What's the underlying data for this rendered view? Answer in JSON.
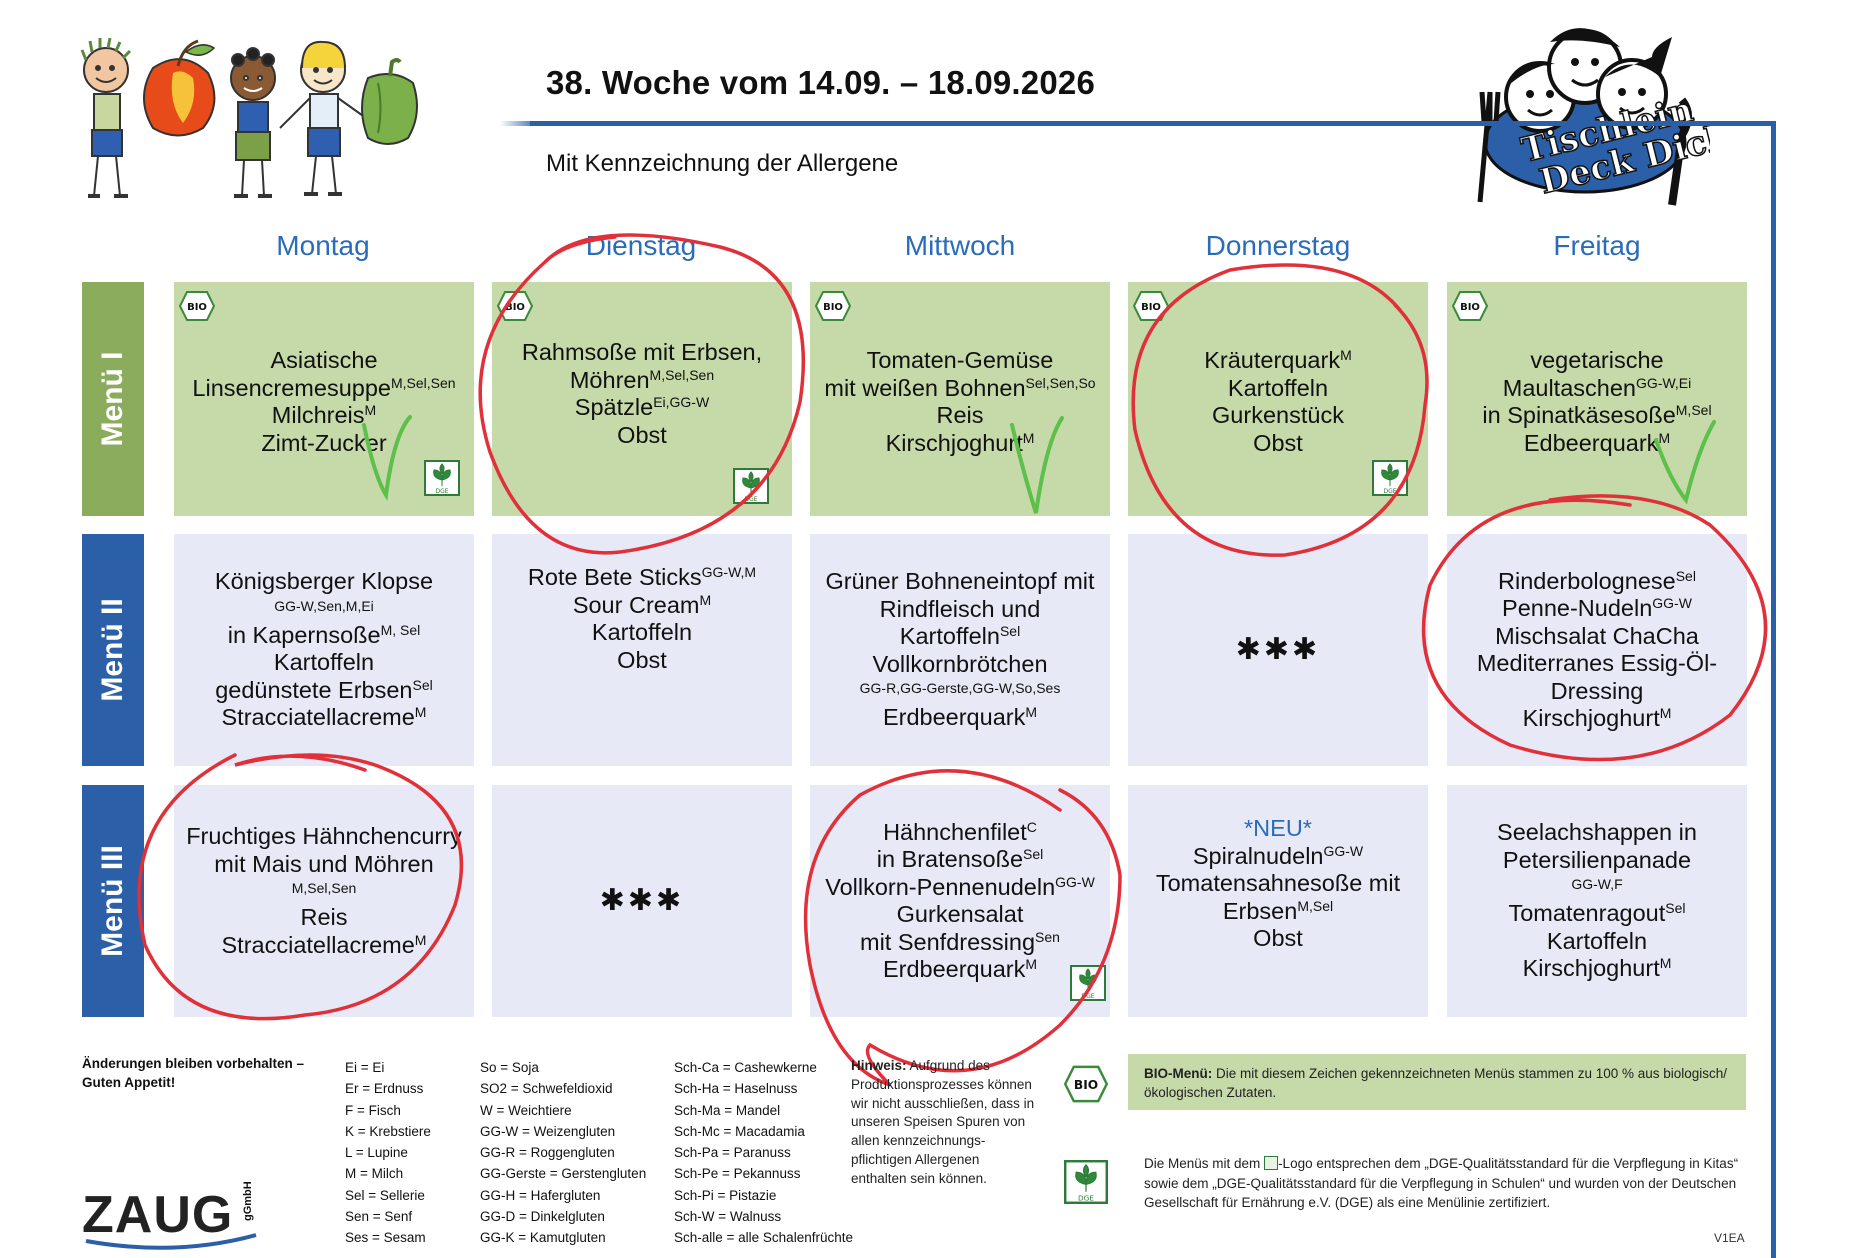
{
  "header": {
    "title": "38. Woche vom 14.09. – 18.09.2026",
    "subtitle": "Mit Kennzeichnung der Allergene",
    "logo_text_1": "Tischlein",
    "logo_text_2": "Deck Dich"
  },
  "days": [
    "Montag",
    "Dienstag",
    "Mittwoch",
    "Donnerstag",
    "Freitag"
  ],
  "menus": [
    "Menü I",
    "Menü II",
    "Menü III"
  ],
  "badges": {
    "bio": "BIO",
    "dge": "DGE"
  },
  "menu1": {
    "mon": {
      "l1": "Asiatische",
      "l2": "Linsencremesuppe",
      "l2s": "M,Sel,Sen",
      "l3": "Milchreis",
      "l3s": "M",
      "l4": "Zimt-Zucker"
    },
    "tue": {
      "l1": "Rahmsoße mit Erbsen,",
      "l2": "Möhren",
      "l2s": "M,Sel,Sen",
      "l3": "Spätzle",
      "l3s": "Ei,GG-W",
      "l4": "Obst"
    },
    "wed": {
      "l1": "Tomaten-Gemüse",
      "l2": "mit weißen Bohnen",
      "l2s": "Sel,Sen,So",
      "l3": "Reis",
      "l4": "Kirschjoghurt",
      "l4s": "M"
    },
    "thu": {
      "l1": "Kräuterquark",
      "l1s": "M",
      "l2": "Kartoffeln",
      "l3": "Gurkenstück",
      "l4": "Obst"
    },
    "fri": {
      "l1": "vegetarische",
      "l2": "Maultaschen",
      "l2s": "GG-W,Ei",
      "l3": "in Spinatkäsesoße",
      "l3s": "M,Sel",
      "l4": "Edbeerquark",
      "l4s": "M"
    }
  },
  "menu2": {
    "mon": {
      "l1": "Königsberger Klopse",
      "l1sub": "GG-W,Sen,M,Ei",
      "l2": "in Kapernsoße",
      "l2s": "M, Sel",
      "l3": "Kartoffeln",
      "l4": "gedünstete Erbsen",
      "l4s": "Sel",
      "l5": "Stracciatellacreme",
      "l5s": "M"
    },
    "tue": {
      "l1": "Rote Bete Sticks",
      "l1s": "GG-W,M",
      "l2": "Sour Cream",
      "l2s": "M",
      "l3": "Kartoffeln",
      "l4": "Obst"
    },
    "wed": {
      "l1": "Grüner Bohneneintopf mit",
      "l2": "Rindfleisch und",
      "l3": "Kartoffeln",
      "l3s": "Sel",
      "l4": "Vollkornbrötchen",
      "l4sub": "GG-R,GG-Gerste,GG-W,So,Ses",
      "l5": "Erdbeerquark",
      "l5s": "M"
    },
    "thu": {
      "stars": "✱✱✱"
    },
    "fri": {
      "l1": "Rinderbolognese",
      "l1s": "Sel",
      "l2": "Penne-Nudeln",
      "l2s": "GG-W",
      "l3": "Mischsalat ChaCha",
      "l4": "Mediterranes Essig-Öl-",
      "l5": "Dressing",
      "l6": "Kirschjoghurt",
      "l6s": "M"
    }
  },
  "menu3": {
    "mon": {
      "l1": "Fruchtiges Hähnchencurry",
      "l2": "mit Mais und Möhren",
      "l2sub": "M,Sel,Sen",
      "l3": "Reis",
      "l4": "Stracciatellacreme",
      "l4s": "M"
    },
    "tue": {
      "stars": "✱✱✱"
    },
    "wed": {
      "l1": "Hähnchenfilet",
      "l1s": "C",
      "l2": "in Bratensoße",
      "l2s": "Sel",
      "l3": "Vollkorn-Pennenudeln",
      "l3s": "GG-W",
      "l4": "Gurkensalat",
      "l5": "mit Senfdressing",
      "l5s": "Sen",
      "l6": "Erdbeerquark",
      "l6s": "M"
    },
    "thu": {
      "l0": "*NEU*",
      "l1": "Spiralnudeln",
      "l1s": "GG-W",
      "l2": "Tomatensahnesoße mit",
      "l3": "Erbsen",
      "l3s": "M,Sel",
      "l4": "Obst"
    },
    "fri": {
      "l1": "Seelachshappen in",
      "l2": "Petersilienpanade",
      "l2sub": "GG-W,F",
      "l3": "Tomatenragout",
      "l3s": "Sel",
      "l4": "Kartoffeln",
      "l5": "Kirschjoghurt",
      "l5s": "M"
    }
  },
  "footer": {
    "note_l1": "Änderungen bleiben vorbehalten –",
    "note_l2": "Guten Appetit!",
    "legend_col1": [
      "Ei = Ei",
      "Er = Erdnuss",
      "F = Fisch",
      "K = Krebstiere",
      "L = Lupine",
      "M = Milch",
      "Sel = Sellerie",
      "Sen = Senf",
      "Ses = Sesam"
    ],
    "legend_col2": [
      "So = Soja",
      "SO2 = Schwefeldioxid",
      "W = Weichtiere",
      "GG-W = Weizengluten",
      "GG-R = Roggengluten",
      "GG-Gerste = Gerstengluten",
      "GG-H = Hafergluten",
      "GG-D = Dinkelgluten",
      "GG-K = Kamutgluten"
    ],
    "legend_col3": [
      "Sch-Ca = Cashewkerne",
      "Sch-Ha = Haselnuss",
      "Sch-Ma = Mandel",
      "Sch-Mc = Macadamia",
      "Sch-Pa = Paranuss",
      "Sch-Pe = Pekannuss",
      "Sch-Pi = Pistazie",
      "Sch-W = Walnuss",
      "Sch-alle = alle Schalenfrüchte"
    ],
    "hinweis_label": "Hinweis:",
    "hinweis_text": "Aufgrund des Produktionsprozesses können wir nicht ausschließen, dass in unseren Speisen Spuren von allen kennzeichnungs-pflichtigen Allergenen enthalten sein können.",
    "bio_label": "BIO-Menü:",
    "bio_text": "Die mit diesem Zeichen gekennzeichneten Menüs stammen zu 100 % aus biologisch/ökologischen Zutaten.",
    "dge_text_a": "Die Menüs mit dem",
    "dge_text_b": "-Logo entsprechen dem „DGE-Qualitätsstandard für die Verpflegung in Kitas“ sowie dem „DGE-Qualitätsstandard für die Verpflegung in Schulen“ und wurden von der Deutschen Gesellschaft für Ernährung e.V. (DGE) als eine Menülinie zertifiziert.",
    "zaug": "ZAUG",
    "zaug_sub": "gGmbH",
    "version": "V1EA"
  },
  "colors": {
    "accent_blue": "#2b5fa7",
    "day_blue": "#2b6cb8",
    "menu1_green": "#8bac5c",
    "cell_green": "#c6d9a8",
    "cell_blue": "#e7eaf6",
    "marker_red": "#e0303a",
    "check_green": "#5cc04a"
  }
}
